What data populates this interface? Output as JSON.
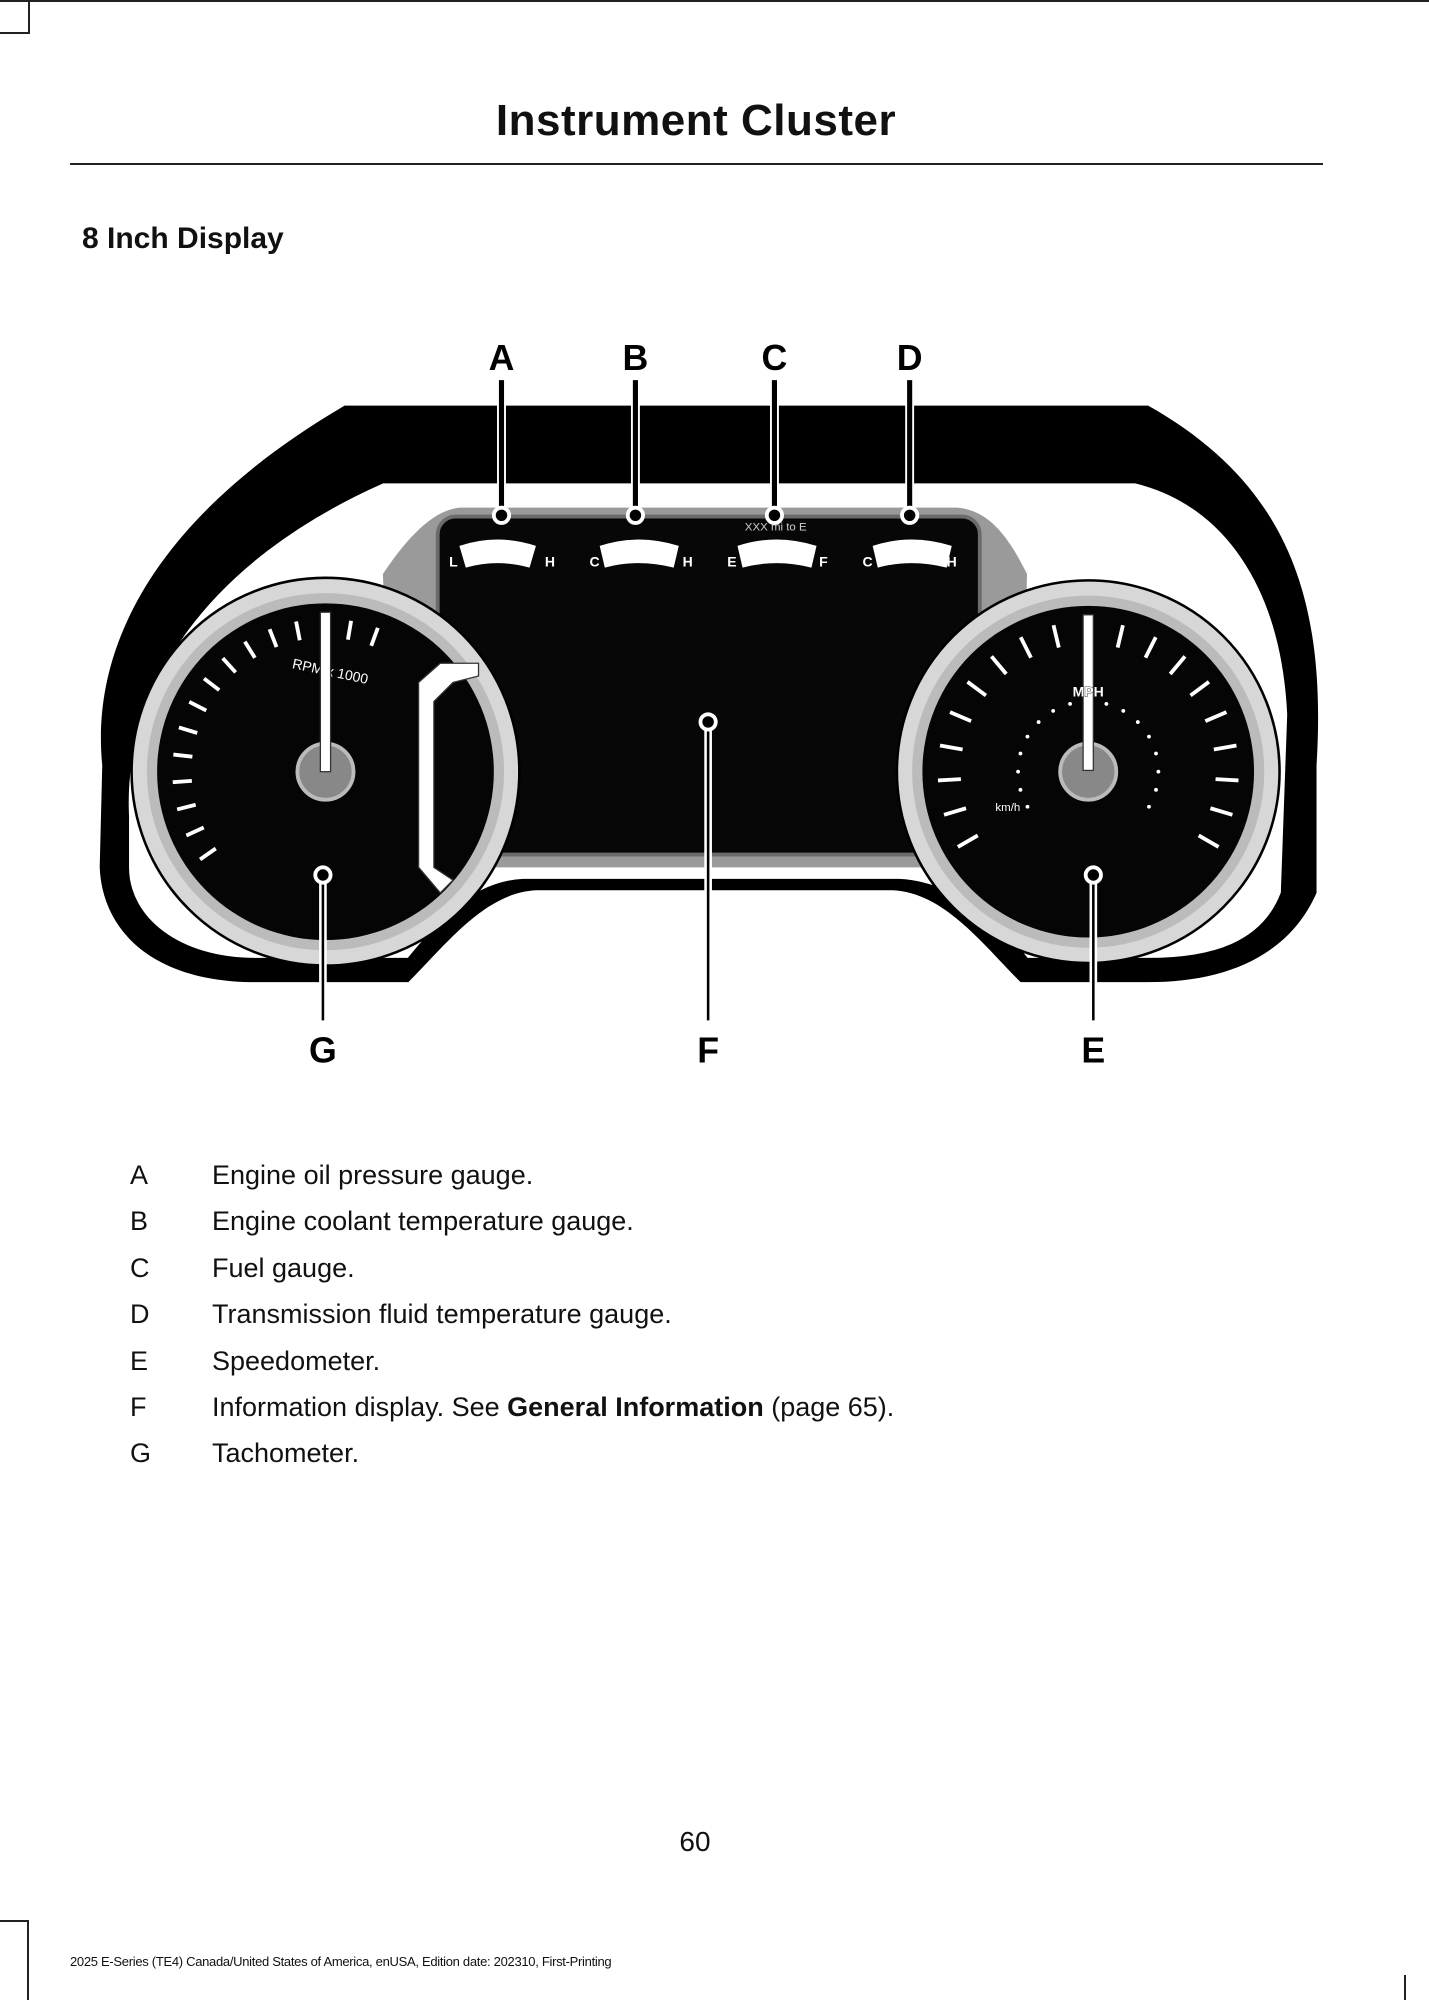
{
  "header": {
    "title": "Instrument Cluster"
  },
  "section": {
    "title": "8 Inch Display"
  },
  "diagram": {
    "callouts": [
      "A",
      "B",
      "C",
      "D",
      "E",
      "F",
      "G"
    ],
    "gauges": {
      "oil": {
        "low": "L",
        "high": "H"
      },
      "coolant": {
        "low": "C",
        "high": "H"
      },
      "fuel": {
        "empty": "E",
        "full": "F",
        "range": "XXX mi to E"
      },
      "trans": {
        "low": "C",
        "high": "H"
      }
    },
    "tach_label": "RPM x 1000",
    "speedo_label": "MPH",
    "speedo_sub": "km/h"
  },
  "legend": [
    {
      "key": "A",
      "text": "Engine oil pressure gauge."
    },
    {
      "key": "B",
      "text": "Engine coolant temperature gauge."
    },
    {
      "key": "C",
      "text": "Fuel gauge."
    },
    {
      "key": "D",
      "text": "Transmission fluid temperature gauge."
    },
    {
      "key": "E",
      "text": "Speedometer."
    },
    {
      "key": "F",
      "text": "Information display.  See ",
      "link": "General Information",
      "after": " (page 65)."
    },
    {
      "key": "G",
      "text": "Tachometer."
    }
  ],
  "page_number": "60",
  "footer": "2025 E-Series (TE4) Canada/United States of America, enUSA, Edition date: 202310, First-Printing"
}
